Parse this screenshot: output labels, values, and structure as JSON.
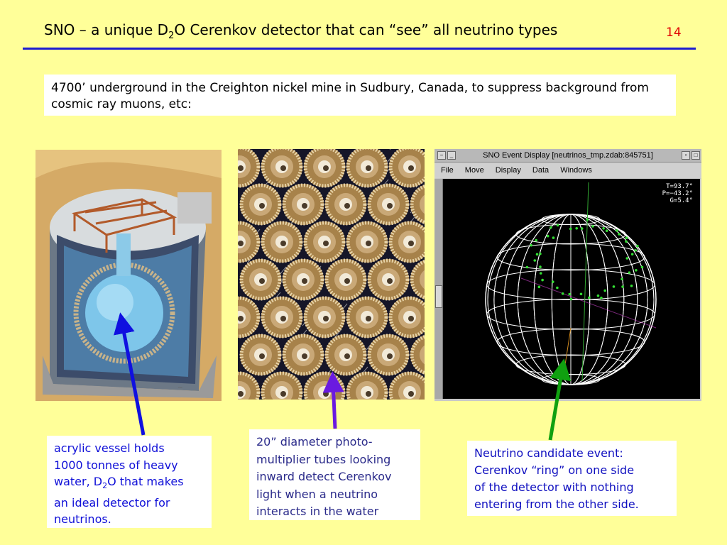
{
  "slide": {
    "title_prefix": "SNO – a unique D",
    "title_sub": "2",
    "title_suffix": "O Cerenkov detector that can “see” all neutrino types",
    "page_number": "14"
  },
  "intro": "4700’ underground in the Creighton nickel mine in Sudbury, Canada, to suppress background from cosmic ray muons, etc:",
  "captions": {
    "vessel": {
      "line1": "acrylic vessel holds",
      "line2": "1000 tonnes of heavy",
      "line3_prefix": "water, D",
      "line3_sub": "2",
      "line3_suffix": "O that makes",
      "line4": "an ideal detector for",
      "line5": "neutrinos."
    },
    "pmt": {
      "line1": "20” diameter photo-",
      "line2": "multiplier tubes looking",
      "line3": "inward detect Cerenkov",
      "line4": "light when a neutrino",
      "line5": "interacts in the water"
    },
    "event": {
      "line1": "Neutrino candidate event:",
      "line2": "Cerenkov “ring” on one side",
      "line3": "of the detector with nothing",
      "line4": "entering from the other side."
    }
  },
  "event_display": {
    "window_title": "SNO Event Display [neutrinos_tmp.zdab:845751]",
    "menu": [
      "File",
      "Move",
      "Display",
      "Data",
      "Windows"
    ],
    "readout": {
      "t": "T=93.7°",
      "p": "P=−43.2°",
      "g": "G=5.4°"
    }
  },
  "colors": {
    "background": "#ffff99",
    "rule": "#1c1cd0",
    "page_number": "#e00000",
    "arrow_vessel": "#1010e0",
    "arrow_pmt": "#6a1ae0",
    "arrow_event": "#10a010"
  }
}
